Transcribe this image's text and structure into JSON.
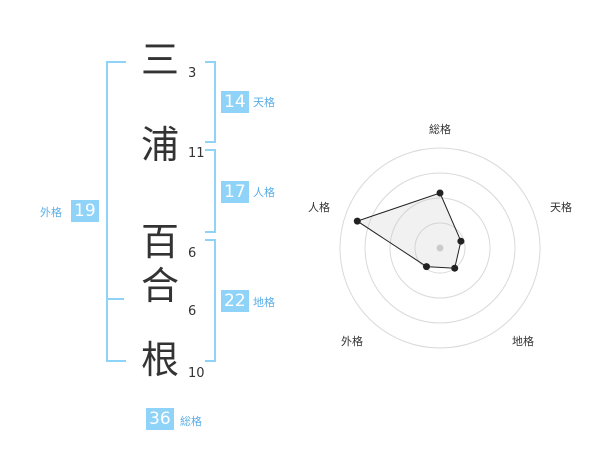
{
  "name_chars": [
    {
      "char": "三",
      "strokes": "3"
    },
    {
      "char": "浦",
      "strokes": "11"
    },
    {
      "char": "百",
      "strokes": "6"
    },
    {
      "char": "合",
      "strokes": "6"
    },
    {
      "char": "根",
      "strokes": "10"
    }
  ],
  "kakusu": {
    "tenkaku": {
      "value": "14",
      "label": "天格"
    },
    "jinkaku": {
      "value": "17",
      "label": "人格"
    },
    "chikaku": {
      "value": "22",
      "label": "地格"
    },
    "gaikaku": {
      "value": "19",
      "label": "外格"
    },
    "soukaku": {
      "value": "36",
      "label": "総格"
    }
  },
  "colors": {
    "accent": "#8fd3f8",
    "label_text": "#5aaee6",
    "text": "#333333"
  },
  "chart_data": {
    "type": "radar",
    "axes": [
      "総格",
      "天格",
      "地格",
      "外格",
      "人格"
    ],
    "values": [
      0.55,
      0.22,
      0.25,
      0.23,
      0.87
    ],
    "rings": 4,
    "range": [
      0,
      1
    ]
  }
}
